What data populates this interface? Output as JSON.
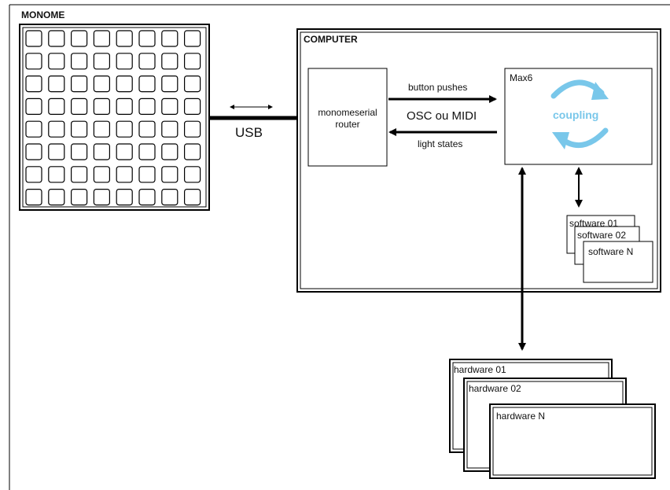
{
  "monome": {
    "title": "MONOME",
    "grid_rows": 8,
    "grid_cols": 8
  },
  "usb_label": "USB",
  "computer": {
    "title": "COMPUTER"
  },
  "router": {
    "line1": "monomeserial",
    "line2": "router"
  },
  "arrows": {
    "button_pushes": "button pushes",
    "osc_midi": "OSC ou MIDI",
    "light_states": "light states"
  },
  "max": {
    "title": "Max6",
    "coupling": "coupling"
  },
  "software": [
    "software 01",
    "software 02",
    "software N"
  ],
  "hardware": [
    "hardware 01",
    "hardware 02",
    "hardware N"
  ],
  "colors": {
    "coupling": "#79c7ea",
    "frame": "#000000"
  }
}
